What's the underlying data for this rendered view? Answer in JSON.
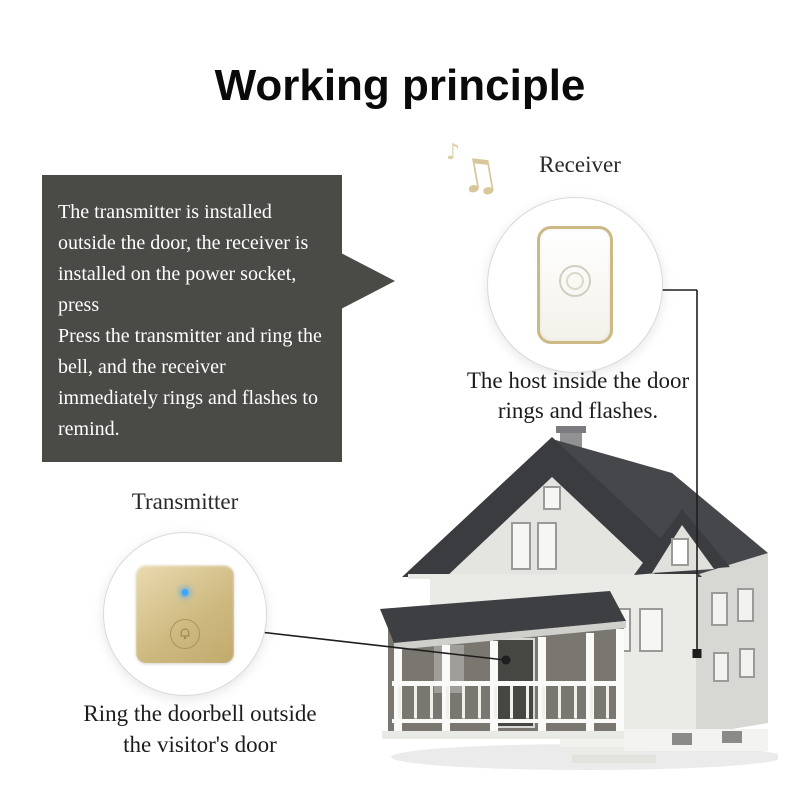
{
  "title": "Working principle",
  "bubble": {
    "paragraph1": "The transmitter is installed outside the door, the receiver is installed on the power socket, press",
    "paragraph2": "Press the transmitter and ring the bell, and the receiver immediately rings and flashes to remind."
  },
  "receiver": {
    "label": "Receiver",
    "caption_line1": "The host inside the door",
    "caption_line2": "rings and flashes."
  },
  "transmitter": {
    "label": "Transmitter",
    "caption_line1": "Ring the doorbell outside",
    "caption_line2": "the visitor's door"
  },
  "icons": {
    "music_note_small": "♪",
    "music_note_large": "♫"
  },
  "colors": {
    "bubble_background": "#4a4a47",
    "gold": "#cdb87e",
    "led_blue": "#3fa9f5",
    "roof_dark": "#3d3f42",
    "wall_light": "#eaeae7",
    "text_dark": "#1c1c1c"
  }
}
